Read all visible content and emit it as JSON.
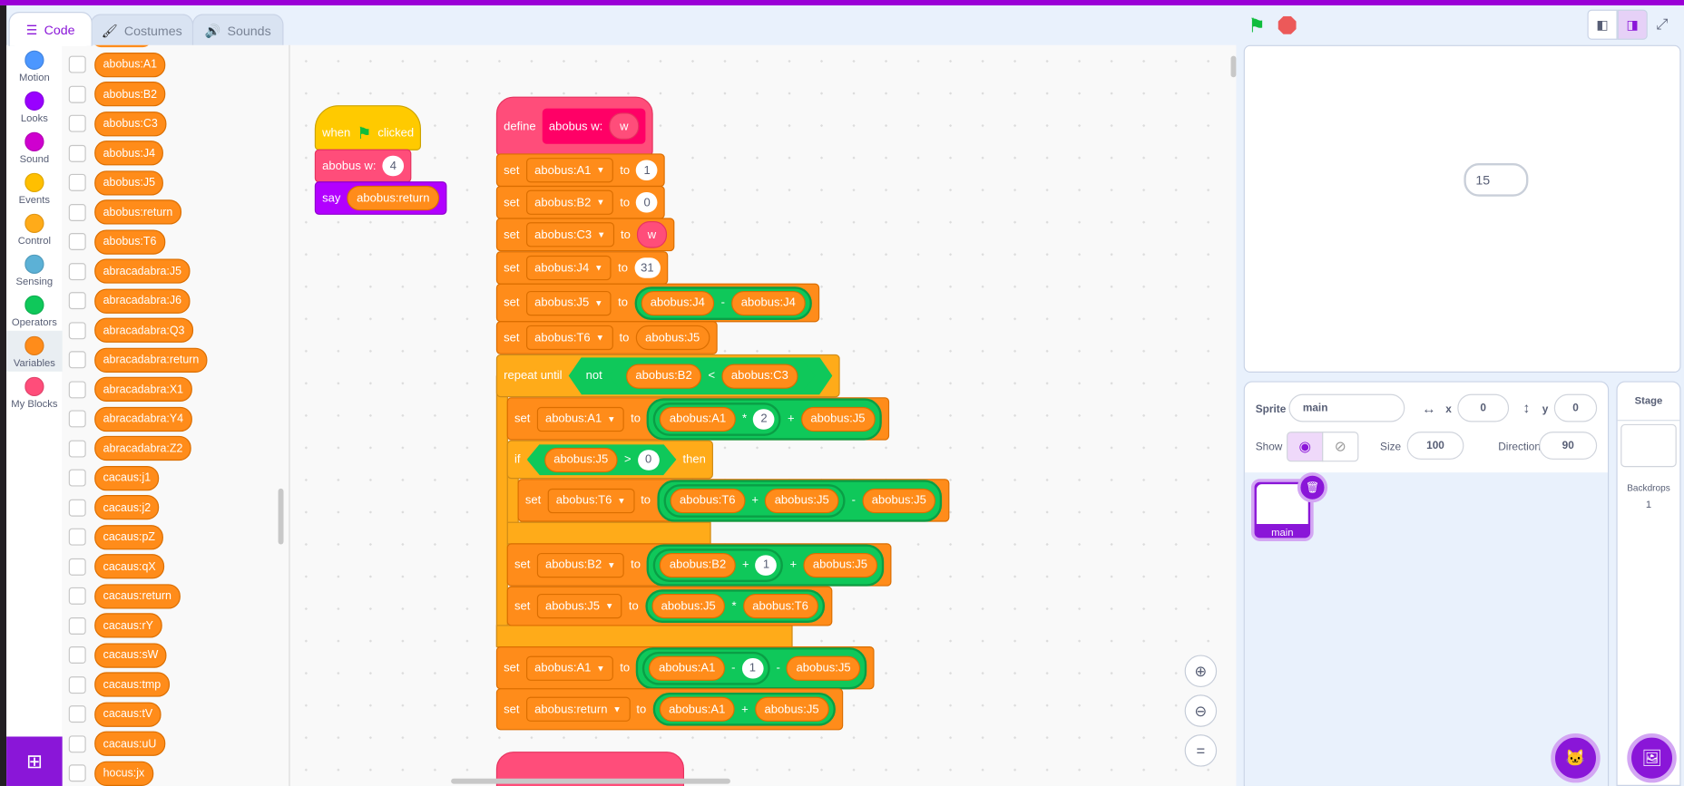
{
  "tabs": [
    {
      "label": "Code",
      "icon": "code-icon",
      "active": true
    },
    {
      "label": "Costumes",
      "icon": "brush-icon"
    },
    {
      "label": "Sounds",
      "icon": "speaker-icon"
    }
  ],
  "categories": [
    {
      "label": "Motion",
      "color": "#4C97FF"
    },
    {
      "label": "Looks",
      "color": "#9900FF"
    },
    {
      "label": "Sound",
      "color": "#CF00CF"
    },
    {
      "label": "Events",
      "color": "#FFBF00"
    },
    {
      "label": "Control",
      "color": "#FFAB19"
    },
    {
      "label": "Sensing",
      "color": "#5CB1D6"
    },
    {
      "label": "Operators",
      "color": "#0FC85A"
    },
    {
      "label": "Variables",
      "color": "#FF8C1A",
      "selected": true
    },
    {
      "label": "My Blocks",
      "color": "#FF4D7A"
    }
  ],
  "palette_variables": [
    "abobus:A1",
    "abobus:B2",
    "abobus:C3",
    "abobus:J4",
    "abobus:J5",
    "abobus:return",
    "abobus:T6",
    "abracadabra:J5",
    "abracadabra:J6",
    "abracadabra:Q3",
    "abracadabra:return",
    "abracadabra:X1",
    "abracadabra:Y4",
    "abracadabra:Z2",
    "cacaus:j1",
    "cacaus:j2",
    "cacaus:pZ",
    "cacaus:qX",
    "cacaus:return",
    "cacaus:rY",
    "cacaus:sW",
    "cacaus:tmp",
    "cacaus:tV",
    "cacaus:uU",
    "hocus:jx"
  ],
  "scripts": {
    "flag_script": [
      {
        "cat": "evt",
        "hat": true,
        "parts": [
          {
            "t": "label",
            "v": "when"
          },
          {
            "t": "flag"
          },
          {
            "t": "label",
            "v": "clicked"
          }
        ]
      },
      {
        "cat": "my",
        "parts": [
          {
            "t": "label",
            "v": "abobus w:"
          },
          {
            "t": "num",
            "v": "4"
          }
        ]
      },
      {
        "cat": "looks",
        "parts": [
          {
            "t": "label",
            "v": "say"
          },
          {
            "t": "var",
            "v": "abobus:return"
          }
        ]
      }
    ],
    "define_script": [
      {
        "cat": "my",
        "define": true,
        "parts": [
          {
            "t": "label",
            "v": "define"
          },
          {
            "t": "proto",
            "parts": [
              {
                "t": "label",
                "v": "abobus w:"
              },
              {
                "t": "arg",
                "v": "w"
              }
            ]
          }
        ]
      },
      {
        "cat": "var",
        "parts": [
          {
            "t": "label",
            "v": "set"
          },
          {
            "t": "dd",
            "v": "abobus:A1"
          },
          {
            "t": "label",
            "v": "to"
          },
          {
            "t": "num",
            "v": "1"
          }
        ]
      },
      {
        "cat": "var",
        "parts": [
          {
            "t": "label",
            "v": "set"
          },
          {
            "t": "dd",
            "v": "abobus:B2"
          },
          {
            "t": "label",
            "v": "to"
          },
          {
            "t": "num",
            "v": "0"
          }
        ]
      },
      {
        "cat": "var",
        "parts": [
          {
            "t": "label",
            "v": "set"
          },
          {
            "t": "dd",
            "v": "abobus:C3"
          },
          {
            "t": "label",
            "v": "to"
          },
          {
            "t": "arg",
            "v": "w"
          }
        ]
      },
      {
        "cat": "var",
        "parts": [
          {
            "t": "label",
            "v": "set"
          },
          {
            "t": "dd",
            "v": "abobus:J4"
          },
          {
            "t": "label",
            "v": "to"
          },
          {
            "t": "num",
            "v": "31"
          }
        ]
      },
      {
        "cat": "var",
        "parts": [
          {
            "t": "label",
            "v": "set"
          },
          {
            "t": "dd",
            "v": "abobus:J5"
          },
          {
            "t": "label",
            "v": "to"
          },
          {
            "t": "op",
            "parts": [
              {
                "t": "var",
                "v": "abobus:J4"
              },
              {
                "t": "label",
                "v": "-"
              },
              {
                "t": "var",
                "v": "abobus:J4"
              }
            ]
          }
        ]
      },
      {
        "cat": "var",
        "parts": [
          {
            "t": "label",
            "v": "set"
          },
          {
            "t": "dd",
            "v": "abobus:T6"
          },
          {
            "t": "label",
            "v": "to"
          },
          {
            "t": "var",
            "v": "abobus:J5"
          }
        ]
      },
      {
        "cat": "ctl",
        "parts": [
          {
            "t": "label",
            "v": "repeat until"
          },
          {
            "t": "bool",
            "parts": [
              {
                "t": "label",
                "v": "not"
              },
              {
                "t": "bool",
                "parts": [
                  {
                    "t": "var",
                    "v": "abobus:B2"
                  },
                  {
                    "t": "label",
                    "v": "<"
                  },
                  {
                    "t": "var",
                    "v": "abobus:C3"
                  }
                ]
              }
            ]
          }
        ]
      },
      {
        "cat": "var",
        "parts": [
          {
            "t": "label",
            "v": "set"
          },
          {
            "t": "dd",
            "v": "abobus:A1"
          },
          {
            "t": "label",
            "v": "to"
          },
          {
            "t": "op",
            "parts": [
              {
                "t": "op",
                "parts": [
                  {
                    "t": "var",
                    "v": "abobus:A1"
                  },
                  {
                    "t": "label",
                    "v": "*"
                  },
                  {
                    "t": "num",
                    "v": "2"
                  }
                ]
              },
              {
                "t": "label",
                "v": "+"
              },
              {
                "t": "var",
                "v": "abobus:J5"
              }
            ]
          }
        ]
      },
      {
        "cat": "ctl",
        "parts": [
          {
            "t": "label",
            "v": "if"
          },
          {
            "t": "bool",
            "parts": [
              {
                "t": "var",
                "v": "abobus:J5"
              },
              {
                "t": "label",
                "v": ">"
              },
              {
                "t": "num",
                "v": "0"
              }
            ]
          },
          {
            "t": "label",
            "v": "then"
          }
        ]
      },
      {
        "cat": "var",
        "parts": [
          {
            "t": "label",
            "v": "set"
          },
          {
            "t": "dd",
            "v": "abobus:T6"
          },
          {
            "t": "label",
            "v": "to"
          },
          {
            "t": "op",
            "parts": [
              {
                "t": "op",
                "parts": [
                  {
                    "t": "var",
                    "v": "abobus:T6"
                  },
                  {
                    "t": "label",
                    "v": "+"
                  },
                  {
                    "t": "var",
                    "v": "abobus:J5"
                  }
                ]
              },
              {
                "t": "label",
                "v": "-"
              },
              {
                "t": "var",
                "v": "abobus:J5"
              }
            ]
          }
        ]
      },
      {
        "cat": "var",
        "parts": [
          {
            "t": "label",
            "v": "set"
          },
          {
            "t": "dd",
            "v": "abobus:B2"
          },
          {
            "t": "label",
            "v": "to"
          },
          {
            "t": "op",
            "parts": [
              {
                "t": "op",
                "parts": [
                  {
                    "t": "var",
                    "v": "abobus:B2"
                  },
                  {
                    "t": "label",
                    "v": "+"
                  },
                  {
                    "t": "num",
                    "v": "1"
                  }
                ]
              },
              {
                "t": "label",
                "v": "+"
              },
              {
                "t": "var",
                "v": "abobus:J5"
              }
            ]
          }
        ]
      },
      {
        "cat": "var",
        "parts": [
          {
            "t": "label",
            "v": "set"
          },
          {
            "t": "dd",
            "v": "abobus:J5"
          },
          {
            "t": "label",
            "v": "to"
          },
          {
            "t": "op",
            "parts": [
              {
                "t": "var",
                "v": "abobus:J5"
              },
              {
                "t": "label",
                "v": "*"
              },
              {
                "t": "var",
                "v": "abobus:T6"
              }
            ]
          }
        ]
      },
      {
        "cat": "var",
        "parts": [
          {
            "t": "label",
            "v": "set"
          },
          {
            "t": "dd",
            "v": "abobus:A1"
          },
          {
            "t": "label",
            "v": "to"
          },
          {
            "t": "op",
            "parts": [
              {
                "t": "op",
                "parts": [
                  {
                    "t": "var",
                    "v": "abobus:A1"
                  },
                  {
                    "t": "label",
                    "v": "-"
                  },
                  {
                    "t": "num",
                    "v": "1"
                  }
                ]
              },
              {
                "t": "label",
                "v": "-"
              },
              {
                "t": "var",
                "v": "abobus:J5"
              }
            ]
          }
        ]
      },
      {
        "cat": "var",
        "parts": [
          {
            "t": "label",
            "v": "set"
          },
          {
            "t": "dd",
            "v": "abobus:return"
          },
          {
            "t": "label",
            "v": "to"
          },
          {
            "t": "op",
            "parts": [
              {
                "t": "var",
                "v": "abobus:A1"
              },
              {
                "t": "label",
                "v": "+"
              },
              {
                "t": "var",
                "v": "abobus:J5"
              }
            ]
          }
        ]
      }
    ]
  },
  "stage": {
    "speech": "15"
  },
  "sprite_info": {
    "sprite_label": "Sprite",
    "sprite_name": "main",
    "x_label": "x",
    "x": "0",
    "y_label": "y",
    "y": "0",
    "show_label": "Show",
    "size_label": "Size",
    "size": "100",
    "direction_label": "Direction",
    "direction": "90"
  },
  "sprites": [
    {
      "name": "main"
    }
  ],
  "stage_pane": {
    "title": "Stage",
    "backdrops_label": "Backdrops",
    "backdrops_count": "1"
  },
  "colors": {
    "accent": "#8A16D8",
    "variables": "#FF8C1A",
    "operators": "#0FC85A",
    "control": "#FFAB19",
    "myblocks": "#FF4D7A"
  }
}
